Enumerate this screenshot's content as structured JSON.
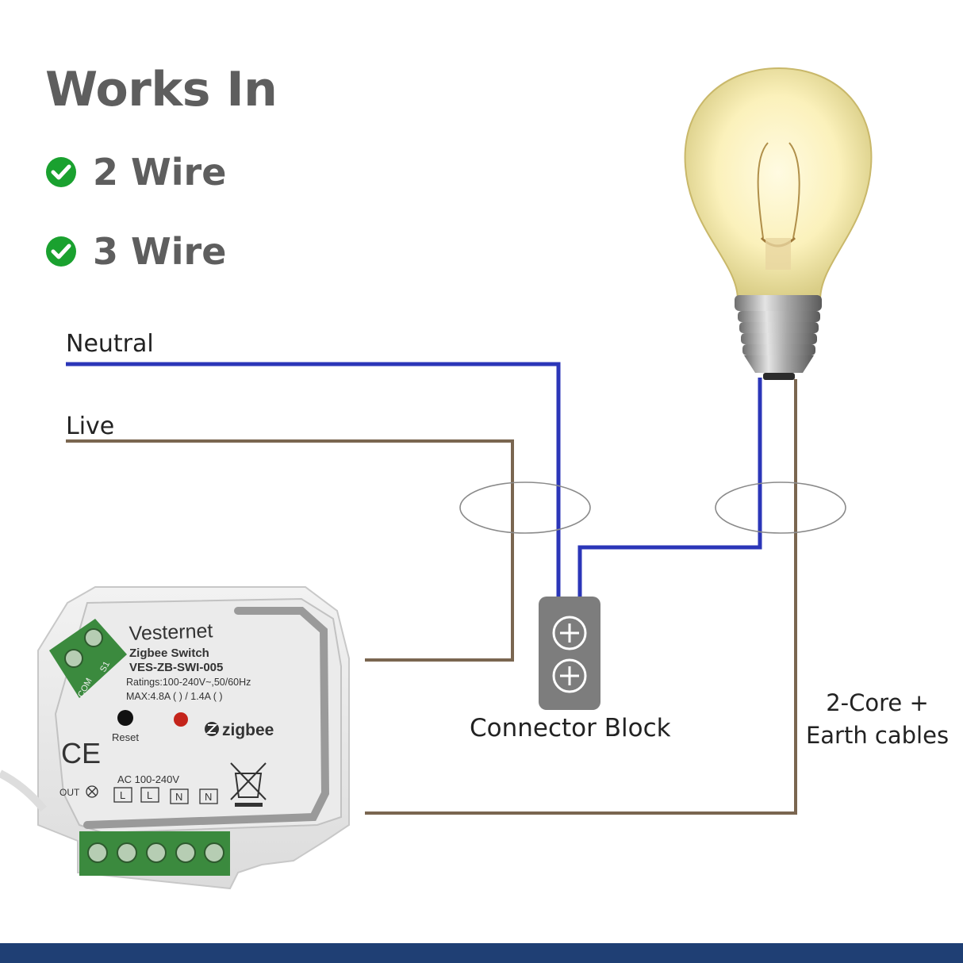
{
  "heading": "Works In",
  "features": [
    {
      "label": "2 Wire",
      "icon": "check-circle-icon"
    },
    {
      "label": "3 Wire",
      "icon": "check-circle-icon"
    }
  ],
  "labels": {
    "neutral": "Neutral",
    "live": "Live",
    "connector_block": "Connector Block",
    "cable_line1": "2-Core +",
    "cable_line2": "Earth cables"
  },
  "device": {
    "brand": "Vesternet",
    "name": "Zigbee Switch",
    "model": "VES-ZB-SWI-005",
    "ratings": "Ratings:100-240V~,50/60Hz",
    "max": "MAX:4.8A (  ) / 1.4A (  )",
    "reset": "Reset",
    "zigbee": "zigbee",
    "ce": "CE",
    "ac": "AC 100-240V",
    "out": "OUT",
    "terminals": [
      "L",
      "L",
      "N",
      "N"
    ],
    "side_terminals": [
      "COM",
      "S1"
    ]
  },
  "colors": {
    "neutral_wire": "#2b36b8",
    "live_wire": "#7a6650",
    "check": "#1aa12f",
    "footer": "#1f3f74",
    "heading": "#5e5e5e"
  }
}
